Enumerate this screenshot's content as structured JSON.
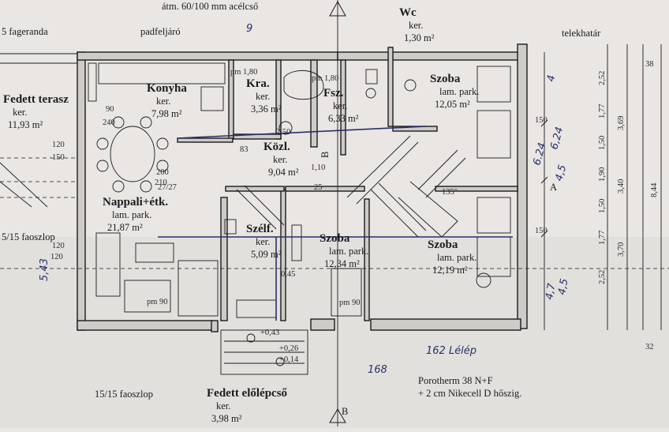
{
  "rooms": [
    {
      "id": "terasz",
      "name": "Fedett terasz",
      "floor": "ker.",
      "area": "11,93 m²"
    },
    {
      "id": "konyha",
      "name": "Konyha",
      "floor": "ker.",
      "area": "7,98 m²"
    },
    {
      "id": "kamra",
      "name": "Kra.",
      "floor": "ker.",
      "area": "3,36 m²"
    },
    {
      "id": "furdo",
      "name": "Fsz.",
      "floor": "ker.",
      "area": "6,33 m²"
    },
    {
      "id": "wc",
      "name": "Wc",
      "floor": "ker.",
      "area": "1,30 m²"
    },
    {
      "id": "szoba1",
      "name": "Szoba",
      "floor": "lam. park.",
      "area": "12,05 m²"
    },
    {
      "id": "kozl",
      "name": "Közl.",
      "floor": "ker.",
      "area": "9,04 m²"
    },
    {
      "id": "nappali",
      "name": "Nappali+étk.",
      "floor": "lam. park.",
      "area": "21,87 m²"
    },
    {
      "id": "szelf",
      "name": "Szélf.",
      "floor": "ker.",
      "area": "5,09 m²"
    },
    {
      "id": "szoba2",
      "name": "Szoba",
      "floor": "lam. park.",
      "area": "12,34 m²"
    },
    {
      "id": "szoba3",
      "name": "Szoba",
      "floor": "lam. park.",
      "area": "12,19 m²"
    },
    {
      "id": "elolepcso",
      "name": "Fedett előlépcső",
      "floor": "ker.",
      "area": "3,98 m²"
    }
  ],
  "notes": {
    "acelcso": "átm. 60/100 mm acélcső",
    "fageranda": "5 fageranda",
    "padfeljaro": "padfeljáró",
    "telekhatar": "telekhatár",
    "faoszlop_left": "5/15 faoszlop",
    "faoszlop_bottom": "15/15 faoszlop",
    "porotherm": "Porotherm 38 N+F",
    "nikecell": "+ 2 cm Nikecell D hőszig.",
    "section_b": "B",
    "section_a": "A",
    "pm90": "pm 90",
    "pm180": "pm 1,80"
  },
  "dims_right_inner": [
    "2,52",
    "1,77",
    "1,50",
    "1,90",
    "1,50",
    "1,77",
    "2,52"
  ],
  "dims_right_mid": [
    "3,69",
    "3,40",
    "3,70"
  ],
  "dims_right_outer": [
    "8,44"
  ],
  "dims_misc": [
    "90",
    "240",
    "120",
    "150",
    "200",
    "210",
    "150",
    "120",
    "120",
    "150",
    "2,50",
    "1,10",
    "0,45",
    "+0,43",
    "+0,26",
    "+0,14",
    "38",
    "32",
    "25",
    "83",
    "135°",
    "27/27"
  ],
  "annotations": [
    "6.24",
    "6,24",
    "4,5",
    "4",
    "4,7",
    "4,5",
    "5,43",
    "162 Lélép",
    "168",
    "9"
  ]
}
